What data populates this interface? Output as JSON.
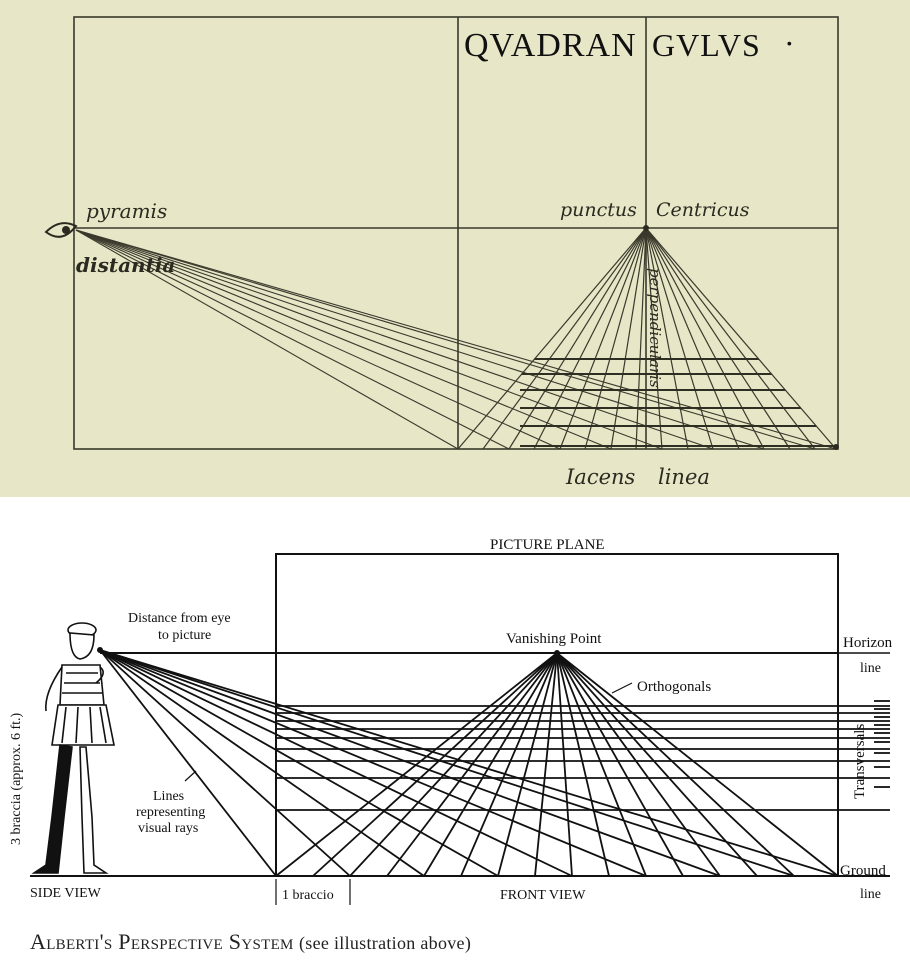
{
  "manuscript": {
    "title_part1": "QVADRAN",
    "title_part2": "GVLVS",
    "title_dot": "·",
    "labels": {
      "pyramis": "pyramis",
      "distantia": "distantia",
      "punctus": "punctus",
      "centricus": "Centricus",
      "perpendicularis": "perpendicularis",
      "iacens": "Iacens",
      "linea": "linea"
    }
  },
  "diagram": {
    "picture_plane": "PICTURE PLANE",
    "distance_line1": "Distance from eye",
    "distance_line2": "to picture",
    "vanishing_point": "Vanishing Point",
    "horizon_line1": "Horizon",
    "horizon_line2": "line",
    "orthogonals": "Orthogonals",
    "transversals": "Transversals",
    "braccia_height": "3 braccia (approx. 6 ft.)",
    "rays_line1": "Lines",
    "rays_line2": "representing",
    "rays_line3": "visual rays",
    "ground_line1": "Ground",
    "ground_line2": "line",
    "side_view": "SIDE VIEW",
    "braccio": "1 braccio",
    "front_view": "FRONT VIEW"
  },
  "caption": {
    "title": "Alberti's Perspective System",
    "note": "(see illustration above)"
  }
}
